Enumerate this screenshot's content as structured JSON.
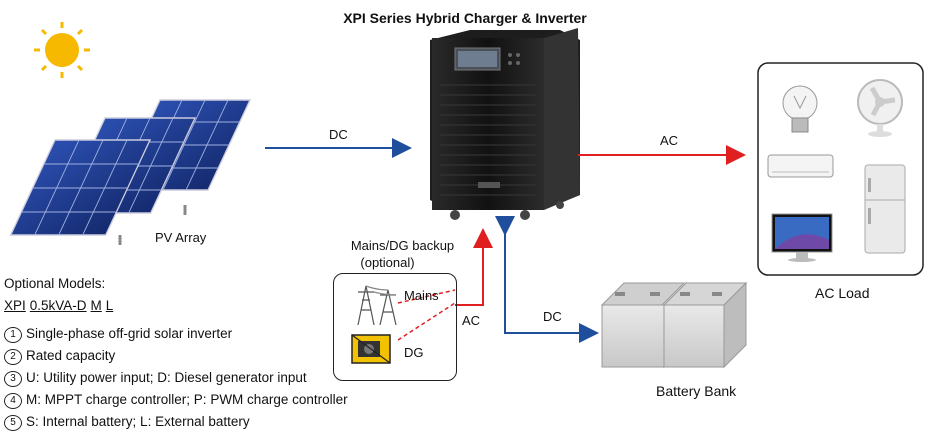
{
  "title": "XPI Series Hybrid Charger & Inverter",
  "labels": {
    "pv_array": "PV Array",
    "dc_top": "DC",
    "ac_right": "AC",
    "mains_dg_backup": "Mains/DG backup",
    "optional": "(optional)",
    "mains": "Mains",
    "dg": "DG",
    "ac_left": "AC",
    "dc_bottom": "DC",
    "battery_bank": "Battery Bank",
    "ac_load": "AC Load"
  },
  "legend": {
    "heading": "Optional Models:",
    "code_parts": [
      "XPI",
      "0.5kVA-D",
      "M",
      "L"
    ],
    "items": [
      {
        "num": "1",
        "text": "Single-phase off-grid solar inverter"
      },
      {
        "num": "2",
        "text": "Rated capacity"
      },
      {
        "num": "3",
        "text": "U: Utility power input; D: Diesel generator input"
      },
      {
        "num": "4",
        "text": "M: MPPT charge controller; P: PWM charge controller"
      },
      {
        "num": "5",
        "text": "S: Internal battery; L:  External battery"
      }
    ]
  },
  "colors": {
    "dc_arrow": "#1f4e9c",
    "ac_arrow": "#e02020",
    "sun": "#f7b800"
  }
}
